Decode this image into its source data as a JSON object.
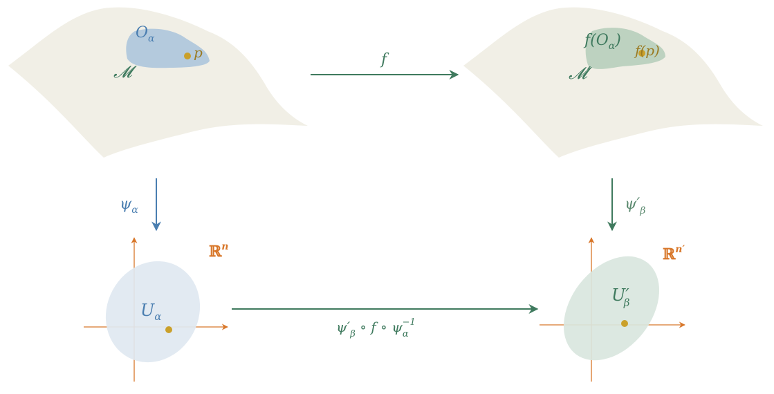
{
  "colors": {
    "manifold_fill": "#f1efe6",
    "blue": "#4a7eb0",
    "blue_region": "#a9c3da",
    "blue_chart": "#dfe8f1",
    "green": "#3f7a5e",
    "green_region": "#b4cdb9",
    "green_chart": "#d9e6de",
    "orange": "#d8772a",
    "gold": "#caa02a",
    "point_label": "#9a7a22"
  },
  "manifold_left": {
    "manifold_label": "𝓜",
    "region_label_base": "O",
    "region_label_sub": "α",
    "point_label": "p"
  },
  "manifold_right": {
    "manifold_label": "𝓜′",
    "region_label_text": "f(O",
    "region_label_sub": "α",
    "region_label_close": ")",
    "point_label": "f(p)"
  },
  "arrows": {
    "f": "f",
    "psi_alpha_base": "ψ",
    "psi_alpha_sub": "α",
    "psi_beta_base": "ψ′",
    "psi_beta_sub": "β",
    "composite_a": "ψ′",
    "composite_a_sub": "β",
    "composite_b": " ∘ f ∘ ψ",
    "composite_b_sub": "α",
    "composite_b_sup": "−1"
  },
  "chart_left": {
    "space_base": "ℝ",
    "space_sup": "n",
    "region_base": "U",
    "region_sub": "α"
  },
  "chart_right": {
    "space_base": "ℝ",
    "space_sup": "n′",
    "region_base": "U′",
    "region_sub": "β"
  }
}
